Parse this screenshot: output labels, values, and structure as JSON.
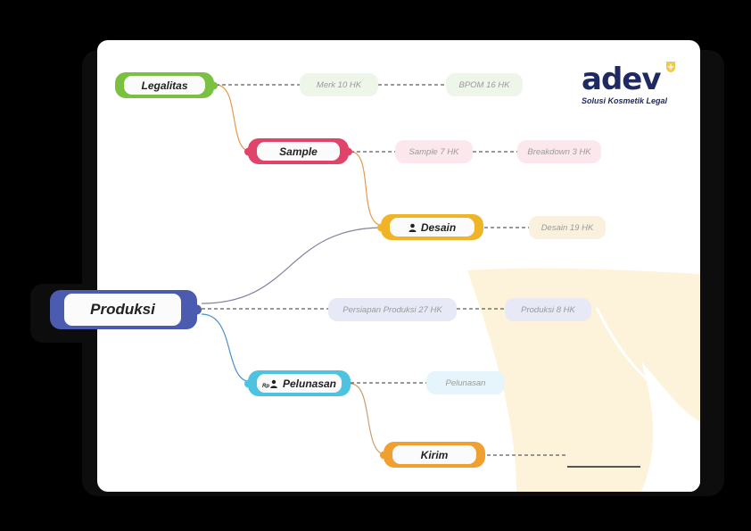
{
  "brand": {
    "name": "adev",
    "tagline": "Solusi Kosmetik Legal",
    "color": "#1f2a63",
    "accent": "#f2c94c"
  },
  "root": {
    "label": "Produksi",
    "color": "#4a5bb0"
  },
  "nodes": {
    "legalitas": {
      "label": "Legalitas",
      "color": "#7ac142"
    },
    "sample": {
      "label": "Sample",
      "color": "#e0446a"
    },
    "desain": {
      "label": "Desain",
      "icon": "person-icon",
      "color": "#f0b429"
    },
    "pelunasan": {
      "label": "Pelunasan",
      "icon": "rupiah-person-icon",
      "color": "#4ec3e0"
    },
    "kirim": {
      "label": "Kirim",
      "color": "#f0a030"
    }
  },
  "steps": {
    "legalitas": [
      "Merk 10 HK",
      "BPOM 16 HK"
    ],
    "sample": [
      "Sample 7 HK",
      "Breakdown 3 HK"
    ],
    "desain": [
      "Desain 19 HK"
    ],
    "produksi": [
      "Persiapan Produksi 27 HK",
      "Produksi 8 HK"
    ],
    "pelunasan": [
      "Pelunasan"
    ]
  }
}
